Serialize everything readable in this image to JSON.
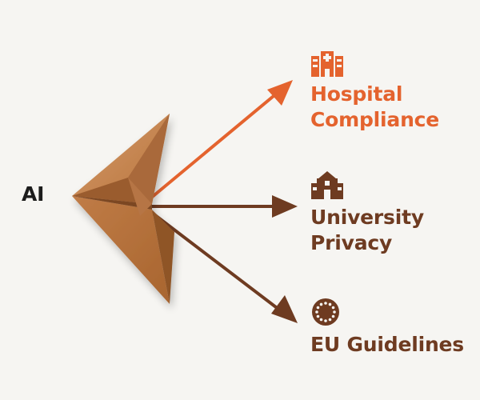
{
  "source": {
    "label": "AI"
  },
  "targets": [
    {
      "lines": [
        "Hospital",
        "Compliance"
      ],
      "icon": "hospital-icon",
      "color": "#e4632e"
    },
    {
      "lines": [
        "University",
        "Privacy"
      ],
      "icon": "university-icon",
      "color": "#6e3b21"
    },
    {
      "lines": [
        "EU Guidelines"
      ],
      "icon": "eu-stars-icon",
      "color": "#6e3b21"
    }
  ],
  "colors": {
    "arrow_orange": "#e4632e",
    "arrow_brown": "#6e3b21",
    "origami_light": "#c98a55",
    "origami_mid": "#b06f3d",
    "origami_dark": "#8f5428",
    "background": "#f6f5f2"
  }
}
